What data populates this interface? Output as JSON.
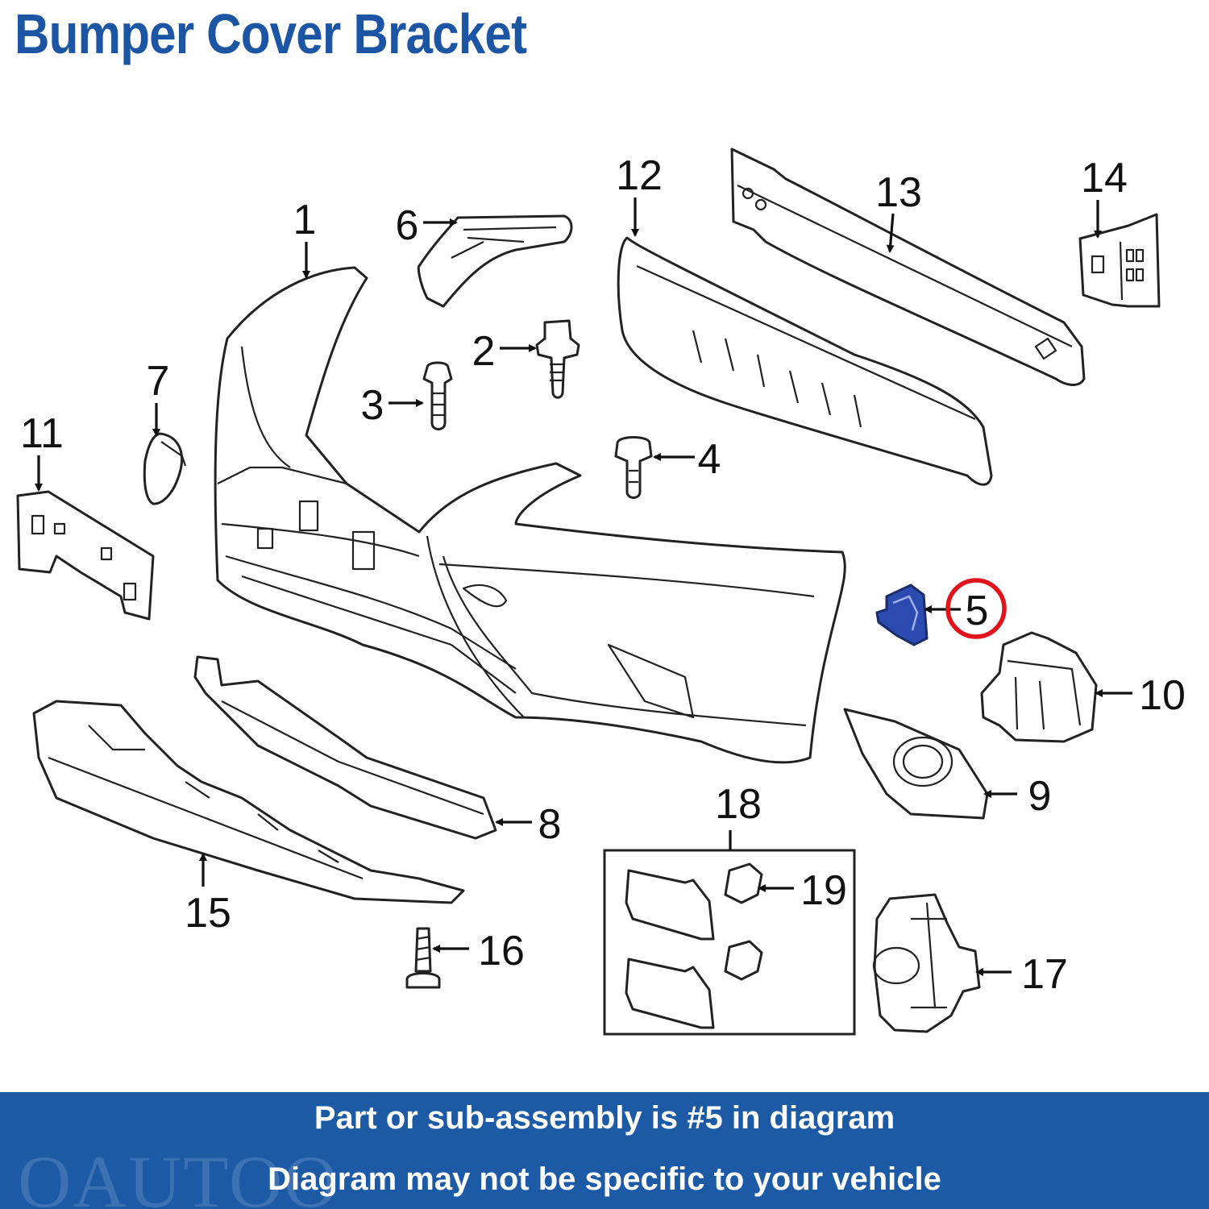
{
  "header": {
    "title": "Bumper Cover Bracket"
  },
  "diagram": {
    "highlight_color": "#e1141c",
    "highlighted_part": "5",
    "part_color": "#2c4bb0",
    "callouts": {
      "c1": "1",
      "c2": "2",
      "c3": "3",
      "c4": "4",
      "c5": "5",
      "c6": "6",
      "c7": "7",
      "c8": "8",
      "c9": "9",
      "c10": "10",
      "c11": "11",
      "c12": "12",
      "c13": "13",
      "c14": "14",
      "c15": "15",
      "c16": "16",
      "c17": "17",
      "c18": "18",
      "c19": "19"
    }
  },
  "footer": {
    "line1": "Part or sub-assembly is #5 in diagram",
    "line2": "Diagram may not be specific to your vehicle",
    "watermark": "OAUTOO"
  }
}
